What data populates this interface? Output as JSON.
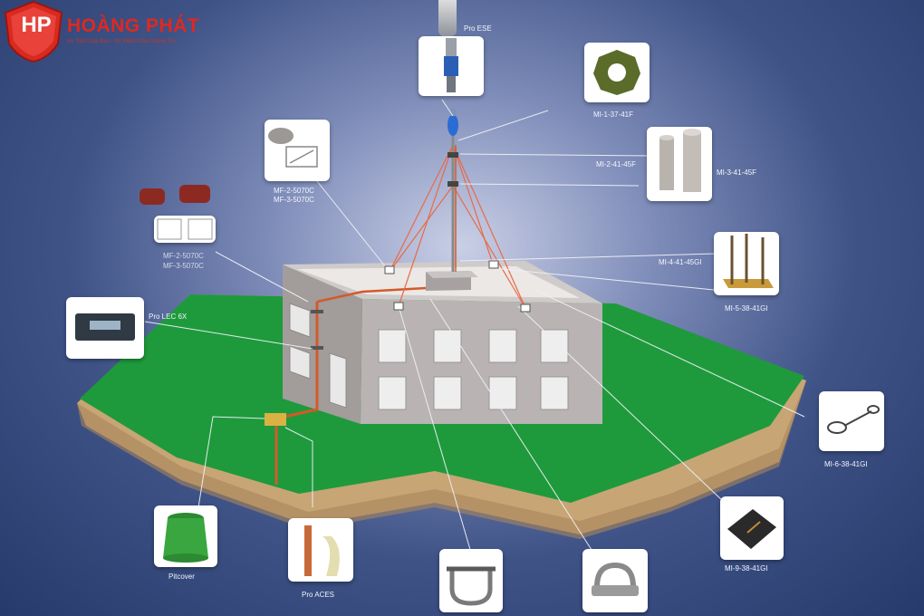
{
  "brand": {
    "logo_letters": "HP",
    "name": "HOÀNG PHÁT",
    "tagline": "An Toàn Của Bạn - Sứ Mệnh Của Chúng Tôi"
  },
  "colors": {
    "background": "#2c4273",
    "ground": "#1e9a3c",
    "soil": "#c7a575",
    "building": "#b9b4b3",
    "conductor": "#d35a2a",
    "brand_red": "#e0281f"
  },
  "components": [
    {
      "id": "pro-ese",
      "label": "Pro ESE",
      "icon": "lightning-rod-head-icon"
    },
    {
      "id": "mi-1-37-41f",
      "label": "MI-1-37-41F",
      "icon": "base-plate-icon"
    },
    {
      "id": "mi-2-41-45f",
      "label": "MI-2-41-45F",
      "icon": "mast-tube-icon"
    },
    {
      "id": "mi-3-41-45f",
      "label": "MI-3-41-45F",
      "icon": "mast-tube-icon"
    },
    {
      "id": "mi-4-41-45gi",
      "label": "MI-4-41-45GI",
      "icon": "tripod-base-icon"
    },
    {
      "id": "mi-5-38-41gi",
      "label": "MI-5-38-41GI",
      "icon": "tripod-base-icon"
    },
    {
      "id": "mf-2-3-5070c-top",
      "label_line1": "MF-2-5070C",
      "label_line2": "MF-3-5070C",
      "icon": "conductor-clip-icon"
    },
    {
      "id": "mf-2-3-5070c-left",
      "label_line1": "MF-2-5070C",
      "label_line2": "MF-3-5070C",
      "icon": "conductor-fixing-icon"
    },
    {
      "id": "pro-lec-6x",
      "label": "Pro LEC 6X",
      "icon": "lightning-counter-icon"
    },
    {
      "id": "mi-6-38-41gi",
      "label": "MI-6-38-41GI",
      "icon": "guy-wire-tensioner-icon"
    },
    {
      "id": "mi-9-38-41gi",
      "label": "MI-9-38-41GI",
      "icon": "anchor-plate-icon"
    },
    {
      "id": "pitcover",
      "label": "Pitcover",
      "icon": "inspection-pit-icon"
    },
    {
      "id": "pro-aces",
      "label": "Pro ACES",
      "icon": "earthing-rod-icon"
    },
    {
      "id": "shackle",
      "label": "",
      "icon": "shackle-icon"
    },
    {
      "id": "wire-clamp",
      "label": "",
      "icon": "wire-rope-clamp-icon"
    }
  ]
}
